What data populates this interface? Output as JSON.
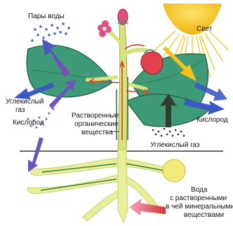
{
  "labels": {
    "water_vapor": "Пары воды",
    "light": "Свет",
    "co2_left_1": "Углекислый",
    "co2_left_2": "газ",
    "oxygen_left": "Кислород",
    "dissolved_1": "Растворенные",
    "dissolved_2": "органические",
    "dissolved_3": "вещества",
    "co2_bottom": "Углекислый газ",
    "oxygen_right": "Кислород",
    "water_1": "Вода",
    "water_2": "с растворенными",
    "water_3": "в чей минеральными",
    "water_4": "веществами"
  },
  "colors": {
    "leaf": "#3e9a77",
    "leaf_dark": "#2f7d5e",
    "stem": "#d8e27a",
    "root": "#e8ef9a",
    "sun": "#f2c21a",
    "arrow_blue": "#4a68c8",
    "arrow_red": "#d8402a",
    "arrow_dark": "#2e3d2e",
    "flower": "#e0507c",
    "fruit": "#e2404a",
    "ground_line": "#333333"
  }
}
